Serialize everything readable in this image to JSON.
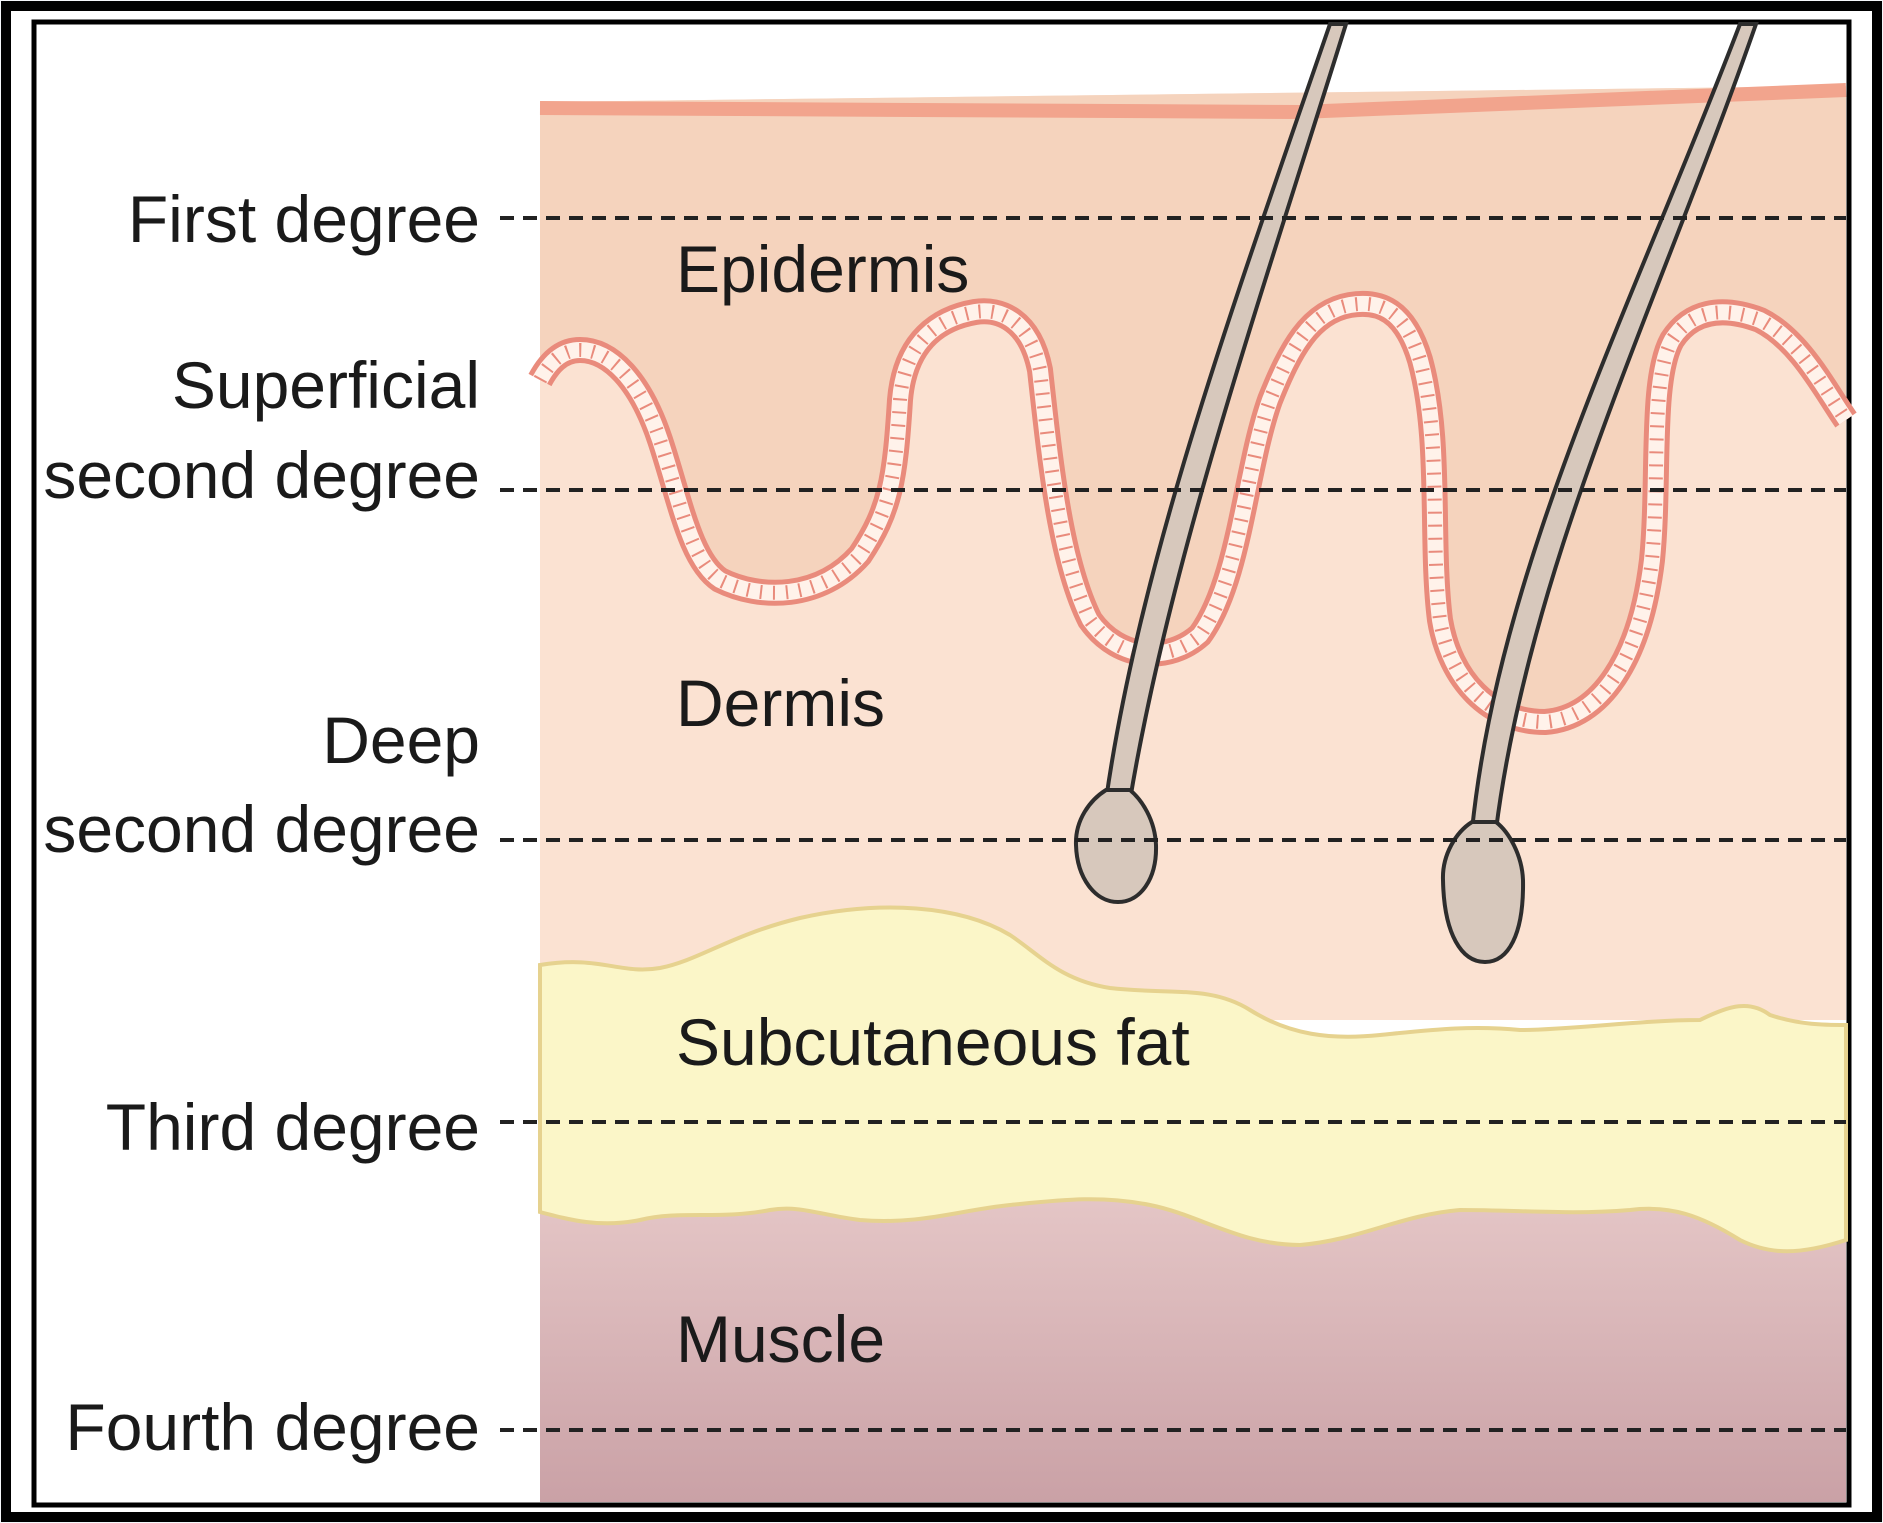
{
  "diagram": {
    "degree_labels": [
      {
        "lines": [
          "First degree"
        ]
      },
      {
        "lines": [
          "Superficial",
          "second degree"
        ]
      },
      {
        "lines": [
          "Deep",
          "second degree"
        ]
      },
      {
        "lines": [
          "Third degree"
        ]
      },
      {
        "lines": [
          "Fourth degree"
        ]
      }
    ],
    "layer_labels": [
      {
        "text": "Epidermis"
      },
      {
        "text": "Dermis"
      },
      {
        "text": "Subcutaneous fat"
      },
      {
        "text": "Muscle"
      }
    ]
  },
  "colors": {
    "epidermis": "#f5d3bd",
    "dermis": "#fbe2d2",
    "surface_line": "#f2a48d",
    "fat": "#fbf6c8",
    "fat_outline": "#e6d28f",
    "muscle_top": "#e6c8c8",
    "muscle_bottom": "#caa1a6",
    "gland": "#e98b7c",
    "hair": "#d7c8bc",
    "hair_outline": "#2d2d2d",
    "frame": "#000000"
  }
}
